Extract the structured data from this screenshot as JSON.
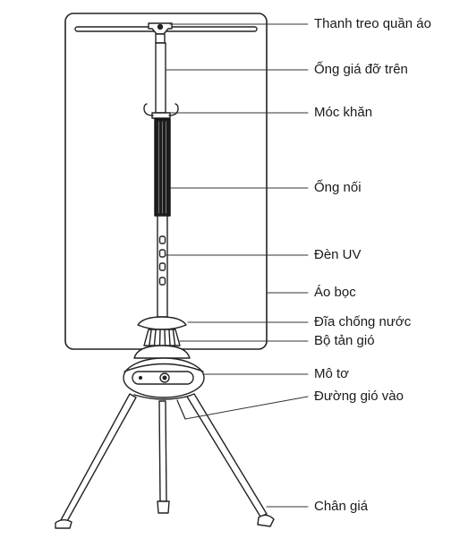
{
  "labels": {
    "hanger_bar": "Thanh treo quần áo",
    "upper_tube": "Ống giá đỡ trên",
    "towel_hook": "Móc khăn",
    "connector_tube": "Ống nối",
    "uv_lamp": "Đèn UV",
    "cover": "Áo bọc",
    "water_disc": "Đĩa chống nước",
    "fan_unit": "Bộ tản gió",
    "motor": "Mô tơ",
    "air_inlet": "Đường gió vào",
    "tripod_legs": "Chân giá"
  }
}
